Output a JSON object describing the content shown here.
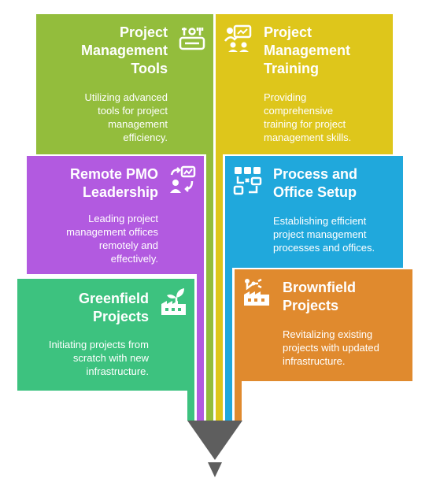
{
  "colors": {
    "green_olive": "#93BD3C",
    "yellow": "#DEC61B",
    "purple": "#B25AE0",
    "blue": "#20A8DC",
    "teal_green": "#3DC27F",
    "orange": "#E08A2E",
    "funnel_tip": "#5E5E5E"
  },
  "cards": {
    "pm_tools": {
      "title_lines": [
        "Project",
        "Management",
        "Tools"
      ],
      "desc_lines": [
        "Utilizing advanced",
        "tools for project",
        "management",
        "efficiency."
      ],
      "icon": "toolbox-icon"
    },
    "pm_training": {
      "title_lines": [
        "Project",
        "Management",
        "Training"
      ],
      "desc_lines": [
        "Providing",
        "comprehensive",
        "training for project",
        "management skills."
      ],
      "icon": "presentation-training-icon"
    },
    "remote_pmo": {
      "title_lines": [
        "Remote PMO",
        "Leadership"
      ],
      "desc_lines": [
        "Leading project",
        "management offices",
        "remotely and",
        "effectively."
      ],
      "icon": "remote-leader-icon"
    },
    "process_office": {
      "title_lines": [
        "Process and",
        "Office Setup"
      ],
      "desc_lines": [
        "Establishing efficient",
        "project management",
        "processes and offices."
      ],
      "icon": "process-flow-icon"
    },
    "greenfield": {
      "title_lines": [
        "Greenfield",
        "Projects"
      ],
      "desc_lines": [
        "Initiating projects from",
        "scratch with new",
        "infrastructure."
      ],
      "icon": "factory-sprout-icon"
    },
    "brownfield": {
      "title_lines": [
        "Brownfield",
        "Projects"
      ],
      "desc_lines": [
        "Revitalizing existing",
        "projects with updated",
        "infrastructure."
      ],
      "icon": "factory-robot-arm-icon"
    }
  }
}
